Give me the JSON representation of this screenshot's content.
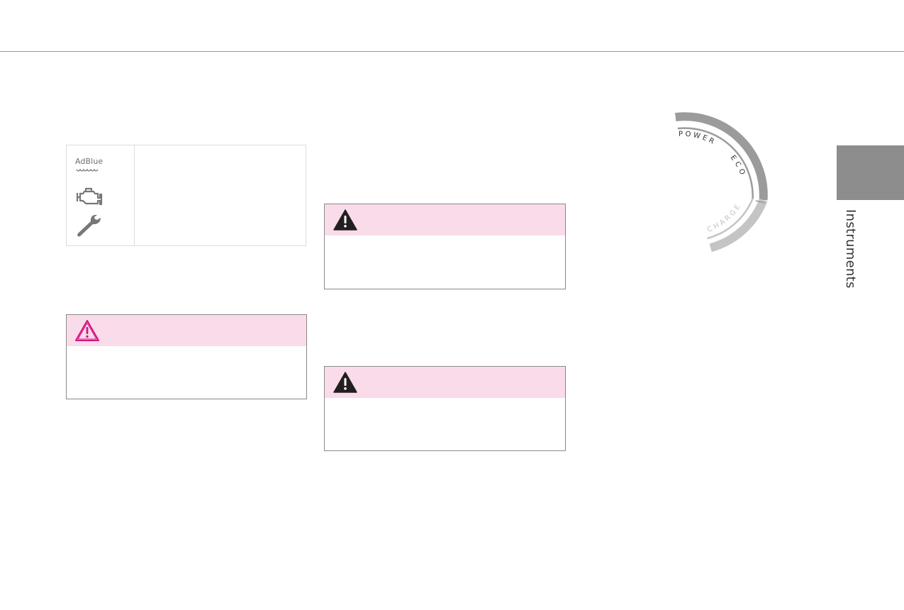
{
  "header": {
    "rule_color": "#9a9a9a"
  },
  "indicator_panel": {
    "adblue_label": "AdBlue",
    "icons": [
      "adblue-level-icon",
      "engine-warning-icon",
      "wrench-service-icon"
    ]
  },
  "warning_boxes": [
    {
      "icon": "warning-triangle-outline-icon",
      "header_color": "#fadbea",
      "icon_color": "#d4147f"
    },
    {
      "icon": "warning-triangle-filled-icon",
      "header_color": "#fadbea",
      "icon_color": "#231f20"
    },
    {
      "icon": "warning-triangle-filled-icon",
      "header_color": "#fadbea",
      "icon_color": "#231f20"
    }
  ],
  "power_gauge": {
    "zones": {
      "power": "POWER",
      "eco": "ECO",
      "charge": "CHARGE"
    },
    "colors": {
      "dark_arc": "#9b9b9b",
      "light_arc": "#c4c4c4"
    }
  },
  "chapter": {
    "title": "Instruments",
    "tab_color": "#8d8d8d"
  }
}
